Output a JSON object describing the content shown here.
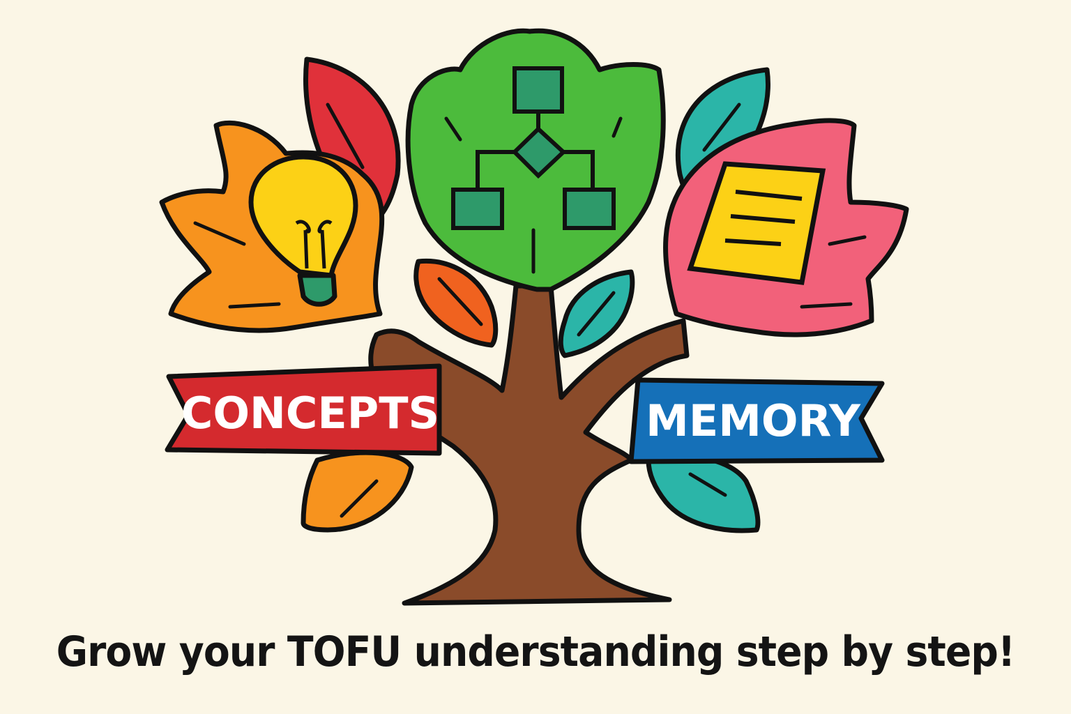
{
  "illustration": {
    "left_banner": "CONCEPTS",
    "right_banner": "MEMORY",
    "caption": "Grow your TOFU understanding step by step!",
    "icons": [
      "lightbulb-icon",
      "flowchart-icon",
      "note-icon"
    ],
    "colors": {
      "background": "#fbf6e6",
      "trunk": "#8a4b2a",
      "orange_leaf": "#f7931e",
      "red_leaf": "#e0313a",
      "green_leaf": "#4cbb3c",
      "teal_leaf": "#2bb5a8",
      "pink_leaf": "#f2617a",
      "concepts_banner": "#d42a2e",
      "memory_banner": "#1570b8",
      "bulb": "#fcd116",
      "icon_green": "#2e9a6a"
    }
  }
}
